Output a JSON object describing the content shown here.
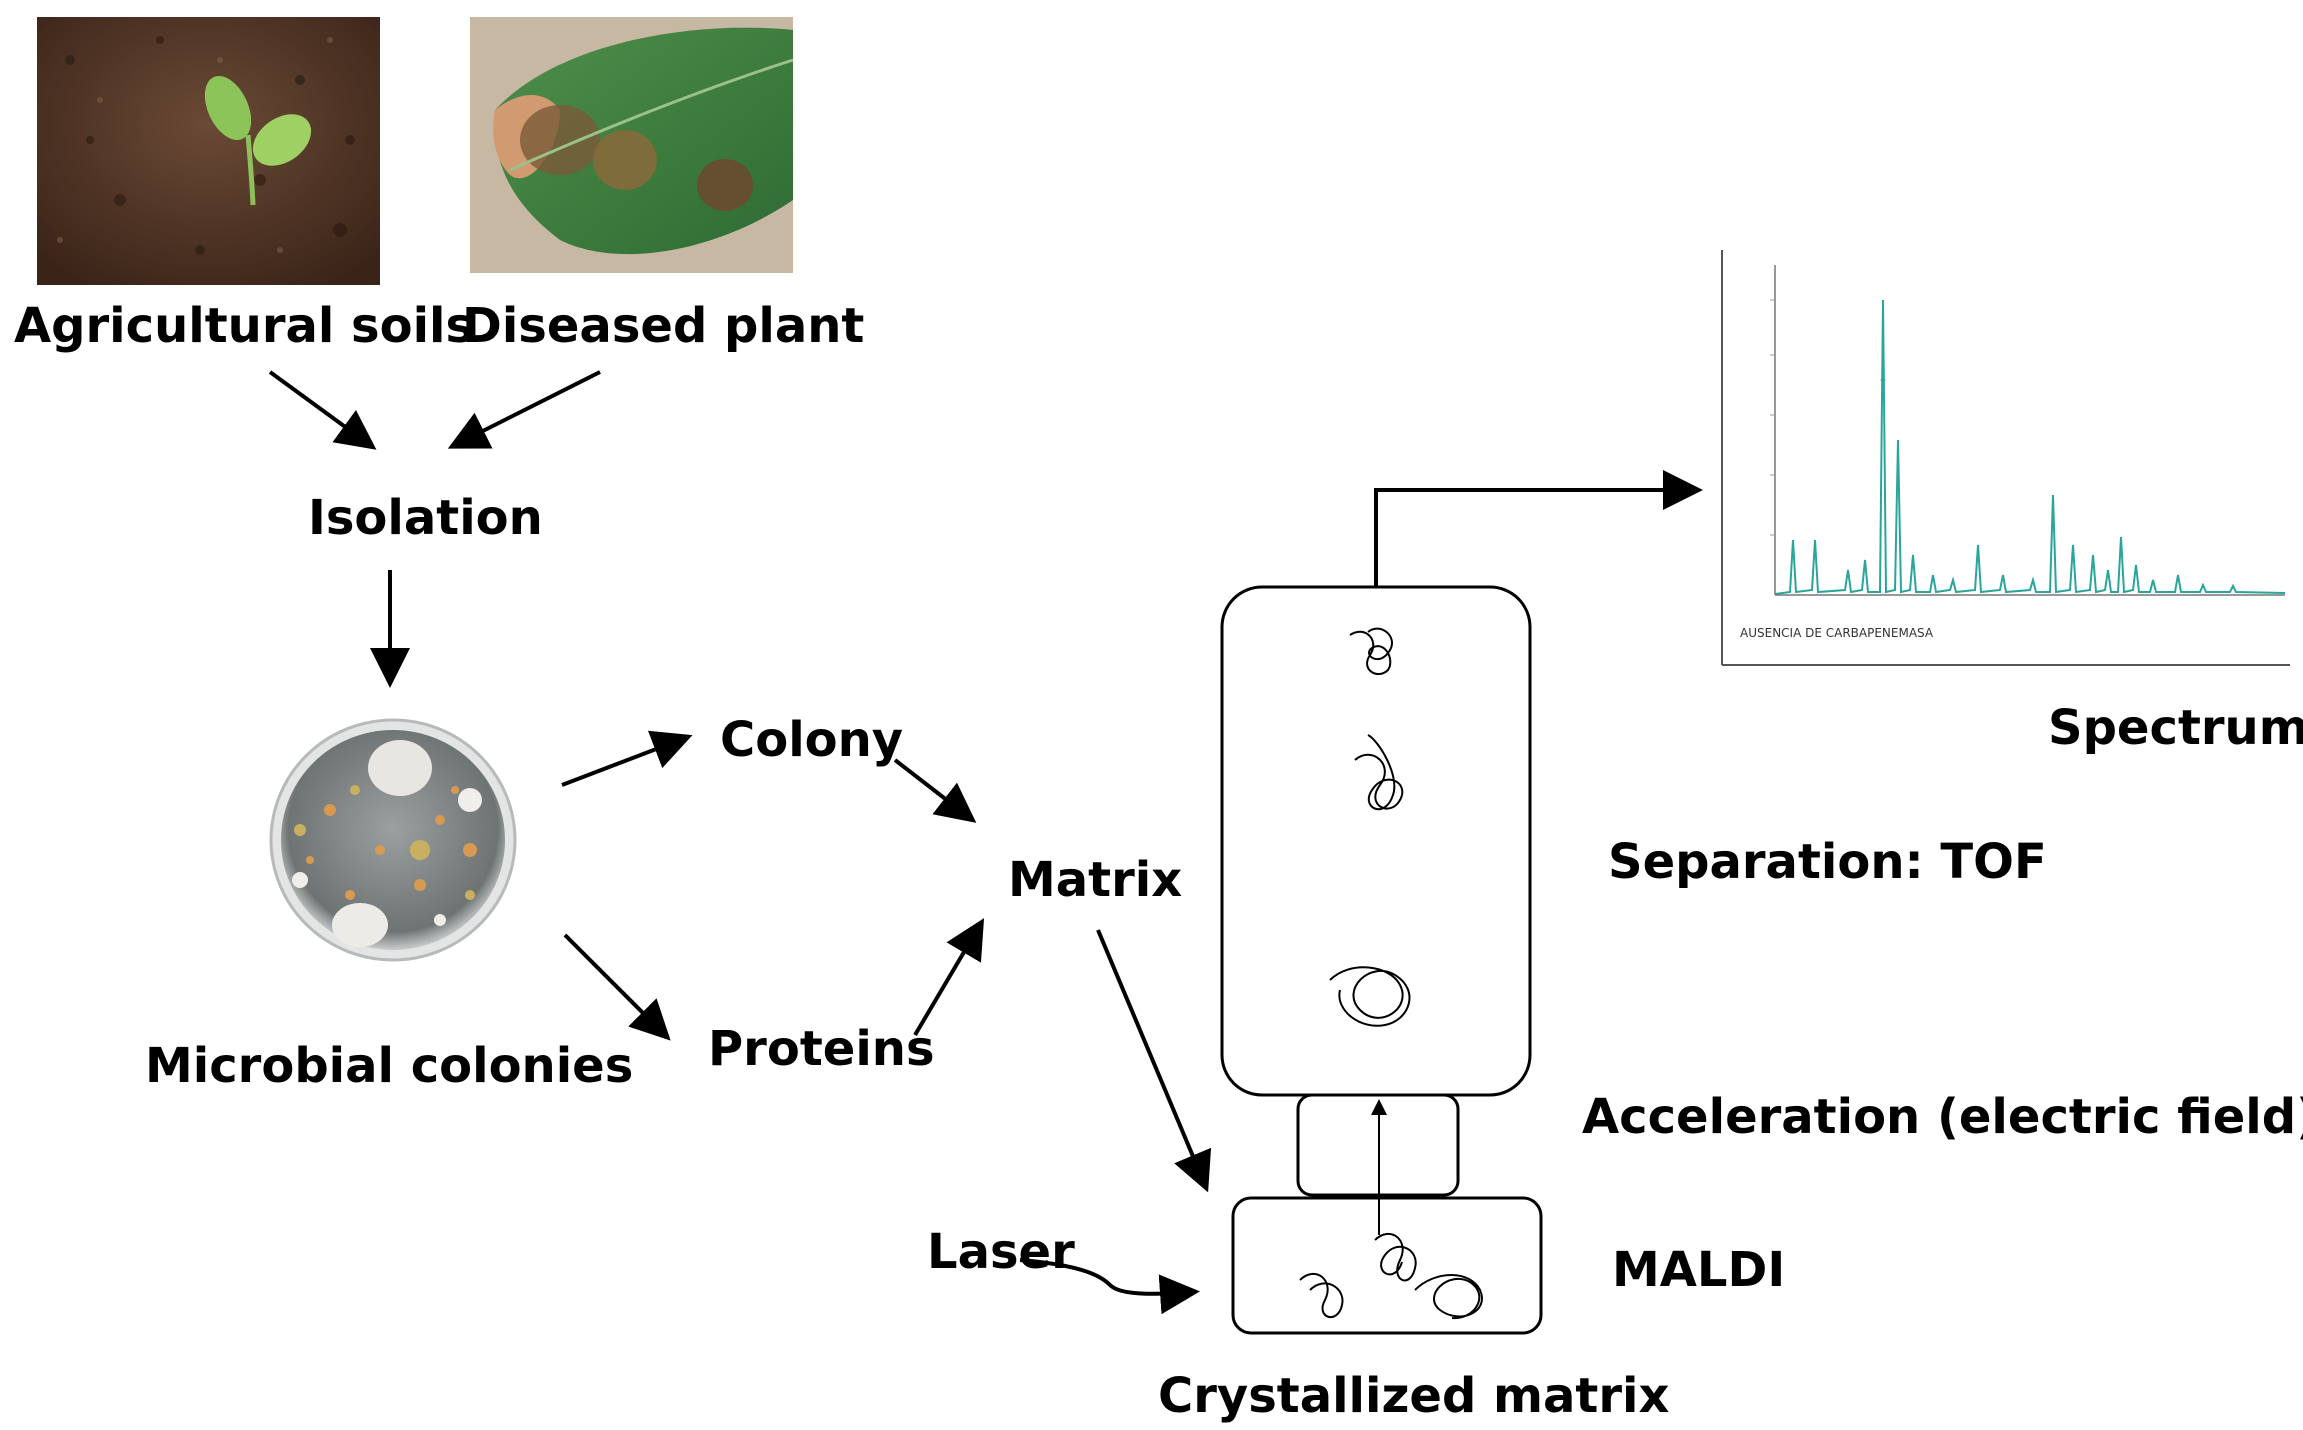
{
  "labels": {
    "agricultural_soils": "Agricultural soils",
    "diseased_plant": "Diseased plant",
    "isolation": "Isolation",
    "microbial_colonies": "Microbial colonies",
    "colony": "Colony",
    "proteins": "Proteins",
    "matrix": "Matrix",
    "laser": "Laser",
    "crystallized_matrix": "Crystallized matrix",
    "maldi": "MALDI",
    "acceleration": "Acceleration (electric field)",
    "separation": "Separation: TOF",
    "spectrum": "Spectrum"
  },
  "spectrum_panel": {
    "caption": "AUSENCIA DE CARBAPENEMASA",
    "trace_color": "#2aa59a"
  },
  "icons": {
    "soil_photo": "seedling-in-soil-image",
    "leaf_photo": "diseased-leaf-image",
    "petri_dish": "petri-dish-image",
    "protein_molecule": "protein-squiggle-icon"
  }
}
